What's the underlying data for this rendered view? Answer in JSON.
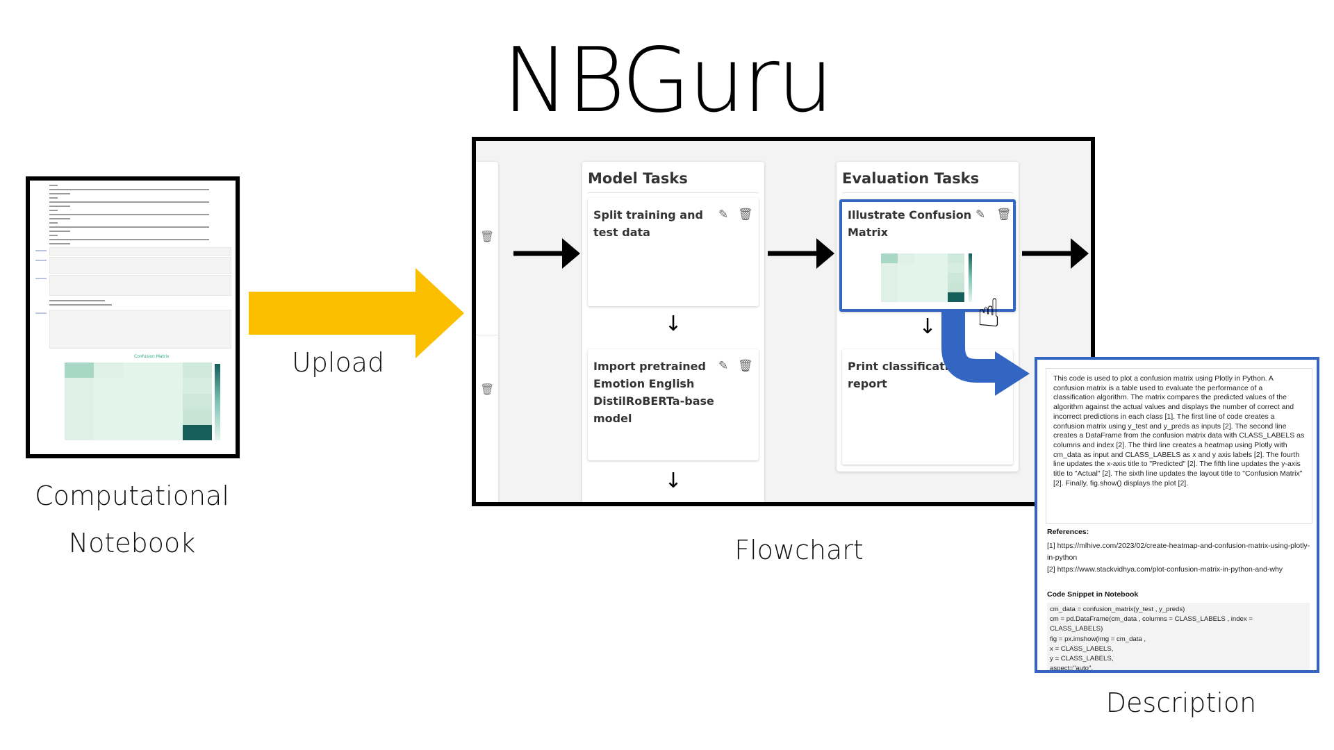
{
  "title": "NBGuru",
  "notebook": {
    "caption_line1": "Computational",
    "caption_line2": "Notebook",
    "chart_title": "Confusion Matrix"
  },
  "upload": {
    "label": "Upload"
  },
  "flowchart": {
    "caption": "Flowchart",
    "columns": [
      {
        "header": "Model Tasks",
        "tasks": [
          {
            "text": "Split training and test data"
          },
          {
            "text": "Import pretrained Emotion English DistilRoBERTa-base model"
          }
        ]
      },
      {
        "header": "Evaluation Tasks",
        "tasks": [
          {
            "text": "Illustrate Confusion Matrix"
          },
          {
            "text": "Print classification report"
          }
        ]
      }
    ],
    "down_arrow_glyph": "↓",
    "edit_glyph": "✎",
    "delete_glyph": "🗑"
  },
  "description": {
    "caption": "Description",
    "body": "This code is used to plot a confusion matrix using Plotly in Python. A confusion matrix is a table used to evaluate the performance of a classification algorithm. The matrix compares the predicted values of the algorithm against the actual values and displays the number of correct and incorrect predictions in each class [1]. The first line of code creates a confusion matrix using y_test and y_preds as inputs [2]. The second line creates a DataFrame from the confusion matrix data with CLASS_LABELS as columns and index [2]. The third line creates a heatmap using Plotly with cm_data as input and CLASS_LABELS as x and y axis labels [2]. The fourth line updates the x-axis title to \"Predicted\" [2]. The fifth line updates the y-axis title to \"Actual\" [2]. The sixth line updates the layout title to \"Confusion Matrix\" [2]. Finally, fig.show() displays the plot [2].",
    "references_heading": "References:",
    "references": [
      "[1] https://mlhive.com/2023/02/create-heatmap-and-confusion-matrix-using-plotly-in-python",
      "[2] https://www.stackvidhya.com/plot-confusion-matrix-in-python-and-why"
    ],
    "snippet_heading": "Code Snippet in Notebook",
    "snippet_lines": [
      "cm_data = confusion_matrix(y_test , y_preds)",
      "cm = pd.DataFrame(cm_data , columns = CLASS_LABELS , index =",
      "CLASS_LABELS)",
      "fig = px.imshow(img = cm_data ,",
      "x = CLASS_LABELS,",
      "y = CLASS_LABELS,",
      "aspect=\"auto\","
    ]
  },
  "colors": {
    "accent_blue": "#3366c2",
    "upload_arrow": "#fbbf00",
    "heat_dark": "#155e5a",
    "heat_light": "#e3f4ea"
  }
}
